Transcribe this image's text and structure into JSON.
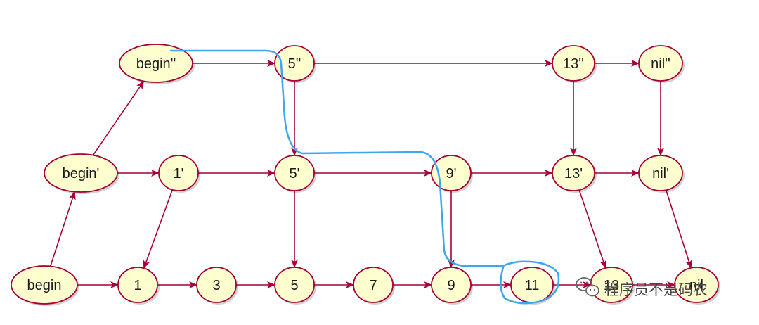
{
  "colors": {
    "node_fill": "#fefece",
    "node_stroke": "#a80036",
    "edge": "#a80036",
    "path_highlight": "#3ea6f0",
    "background": "#ffffff"
  },
  "nodes": {
    "begin2": "begin''",
    "n5_2": "5''",
    "n13_2": "13''",
    "nil2": "nil''",
    "begin1": "begin'",
    "n1_1": "1'",
    "n5_1": "5'",
    "n9_1": "9'",
    "n13_1": "13'",
    "nil1": "nil'",
    "begin": "begin",
    "n1": "1",
    "n3": "3",
    "n5": "5",
    "n7": "7",
    "n9": "9",
    "n11": "11",
    "n13": "13",
    "nil": "nil"
  },
  "edges": [
    [
      "begin",
      "begin1"
    ],
    [
      "begin1",
      "begin2"
    ],
    [
      "begin2",
      "n5_2"
    ],
    [
      "n5_2",
      "n13_2"
    ],
    [
      "n13_2",
      "nil2"
    ],
    [
      "begin1",
      "n1_1"
    ],
    [
      "n1_1",
      "n5_1"
    ],
    [
      "n5_1",
      "n9_1"
    ],
    [
      "n9_1",
      "n13_1"
    ],
    [
      "n13_1",
      "nil1"
    ],
    [
      "begin",
      "n1"
    ],
    [
      "n1",
      "n3"
    ],
    [
      "n3",
      "n5"
    ],
    [
      "n5",
      "n7"
    ],
    [
      "n7",
      "n9"
    ],
    [
      "n9",
      "n11"
    ],
    [
      "n11",
      "n13"
    ],
    [
      "n13",
      "nil"
    ],
    [
      "n5_2",
      "n5_1"
    ],
    [
      "n13_2",
      "n13_1"
    ],
    [
      "nil2",
      "nil1"
    ],
    [
      "n1_1",
      "n1"
    ],
    [
      "n5_1",
      "n5"
    ],
    [
      "n9_1",
      "n9"
    ],
    [
      "n13_1",
      "n13"
    ],
    [
      "nil1",
      "nil"
    ]
  ],
  "watermark": {
    "icon": "wechat-icon",
    "text": "程序员不是码农"
  }
}
